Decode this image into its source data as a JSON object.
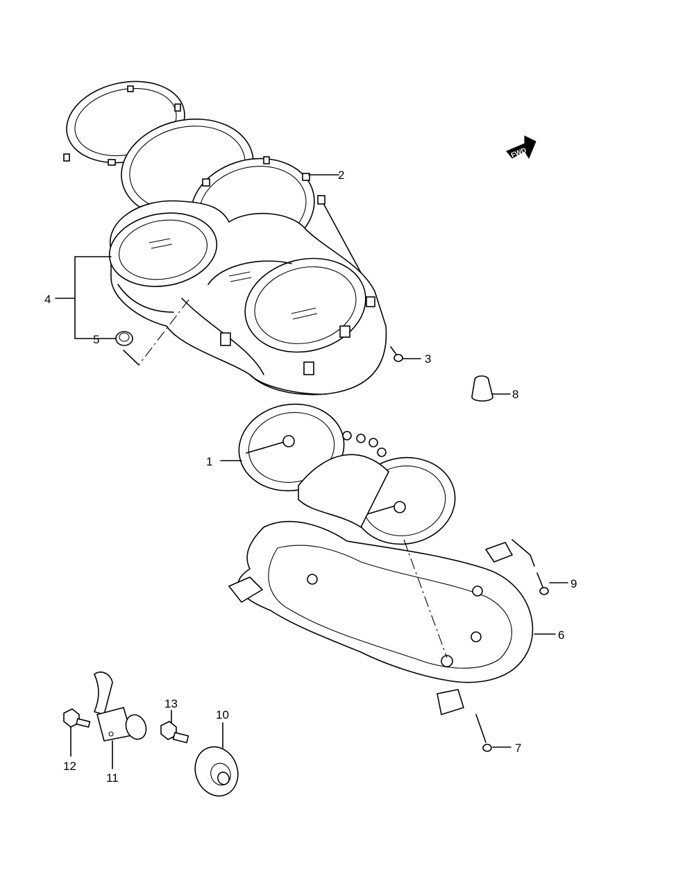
{
  "callouts": [
    {
      "id": "c1",
      "text": "1"
    },
    {
      "id": "c2",
      "text": "2"
    },
    {
      "id": "c3",
      "text": "3"
    },
    {
      "id": "c4",
      "text": "4"
    },
    {
      "id": "c5",
      "text": "5"
    },
    {
      "id": "c6",
      "text": "6"
    },
    {
      "id": "c7",
      "text": "7"
    },
    {
      "id": "c8",
      "text": "8"
    },
    {
      "id": "c9",
      "text": "9"
    },
    {
      "id": "c10",
      "text": "10"
    },
    {
      "id": "c11",
      "text": "11"
    },
    {
      "id": "c12",
      "text": "12"
    },
    {
      "id": "c13",
      "text": "13"
    }
  ],
  "fwd_badge": {
    "text": "FWD"
  }
}
